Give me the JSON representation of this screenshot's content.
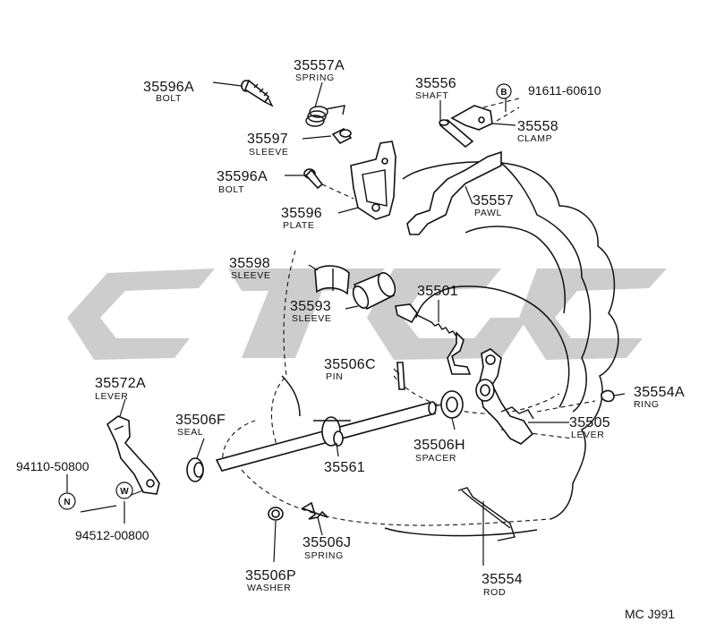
{
  "watermark_color": "#c8c8c8",
  "line_color": "#111111",
  "callouts": [
    {
      "id": "35596A-top",
      "part": "35596A",
      "name": "BOLT"
    },
    {
      "id": "35557A",
      "part": "35557A",
      "name": "SPRING"
    },
    {
      "id": "35597",
      "part": "35597",
      "name": "SLEEVE"
    },
    {
      "id": "35596A-mid",
      "part": "35596A",
      "name": "BOLT"
    },
    {
      "id": "35596",
      "part": "35596",
      "name": "PLATE"
    },
    {
      "id": "35556",
      "part": "35556",
      "name": "SHAFT"
    },
    {
      "id": "35558",
      "part": "35558",
      "name": "CLAMP"
    },
    {
      "id": "35557",
      "part": "35557",
      "name": "PAWL"
    },
    {
      "id": "35598",
      "part": "35598",
      "name": "SLEEVE"
    },
    {
      "id": "35593",
      "part": "35593",
      "name": "SLEEVE"
    },
    {
      "id": "35501",
      "part": "35501",
      "name": ""
    },
    {
      "id": "35506C",
      "part": "35506C",
      "name": "PIN"
    },
    {
      "id": "35572A",
      "part": "35572A",
      "name": "LEVER"
    },
    {
      "id": "35506F",
      "part": "35506F",
      "name": "SEAL"
    },
    {
      "id": "35561",
      "part": "35561",
      "name": ""
    },
    {
      "id": "35506H",
      "part": "35506H",
      "name": "SPACER"
    },
    {
      "id": "35554A",
      "part": "35554A",
      "name": "RING"
    },
    {
      "id": "35505",
      "part": "35505",
      "name": "LEVER"
    },
    {
      "id": "35506J",
      "part": "35506J",
      "name": "SPRING"
    },
    {
      "id": "35506P",
      "part": "35506P",
      "name": "WASHER"
    },
    {
      "id": "35554",
      "part": "35554",
      "name": "ROD"
    }
  ],
  "fasteners": {
    "b": {
      "symbol": "B",
      "number": "91611-60610"
    },
    "n": {
      "symbol": "N",
      "number": "94110-50800"
    },
    "w": {
      "symbol": "W",
      "number": "94512-00800"
    }
  },
  "diagram_code": "MC J991"
}
